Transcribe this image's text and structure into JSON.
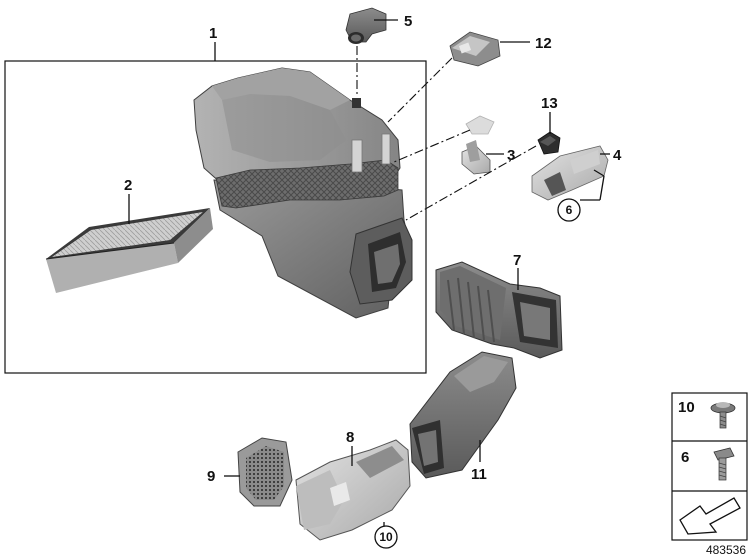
{
  "labels": {
    "p1": "1",
    "p2": "2",
    "p3": "3",
    "p4": "4",
    "p5": "5",
    "p6": "6",
    "p7": "7",
    "p8": "8",
    "p9": "9",
    "p11": "11",
    "p12": "12",
    "p13": "13",
    "p6_circled": "6",
    "p10_circled": "10"
  },
  "legend": {
    "item_10": "10",
    "item_6": "6"
  },
  "image_ref": "483536"
}
